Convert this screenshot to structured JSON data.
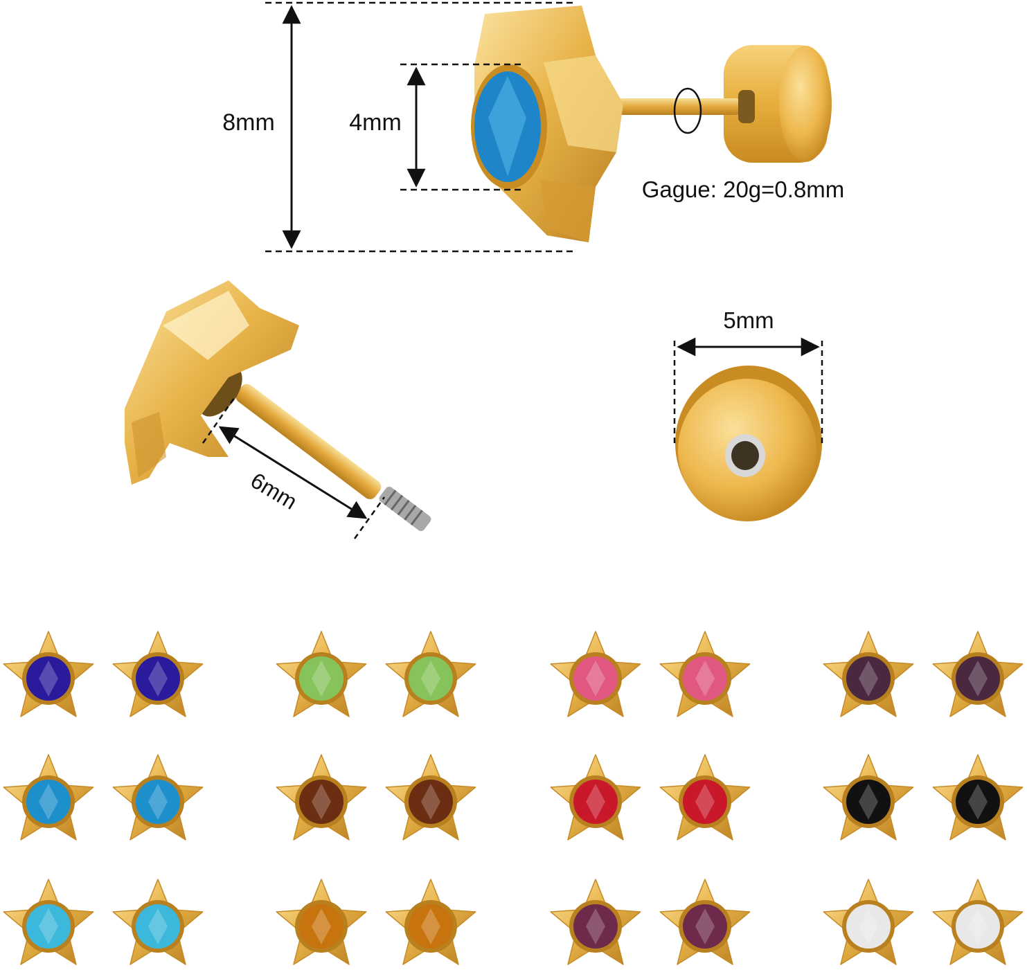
{
  "dimensions": {
    "height_label": "8mm",
    "gem_label": "4mm",
    "gauge_label": "Gague: 20g=0.8mm",
    "back_width_label": "5mm",
    "post_length_label": "6mm"
  },
  "colors": {
    "gold": "#e8b44a",
    "gold_light": "#f8dc8e",
    "gold_dark": "#b77d1e",
    "steel": "#b8b8b8"
  },
  "gem_colors": [
    "#2a1a9c",
    "#86c35a",
    "#e0577f",
    "#4a2840",
    "#1d8fcb",
    "#6b2e12",
    "#c8182a",
    "#111111",
    "#3cb8dc",
    "#c8740e",
    "#6e2a4a",
    "#e8e8e8"
  ],
  "feature_gem_color": "#1e86c8"
}
